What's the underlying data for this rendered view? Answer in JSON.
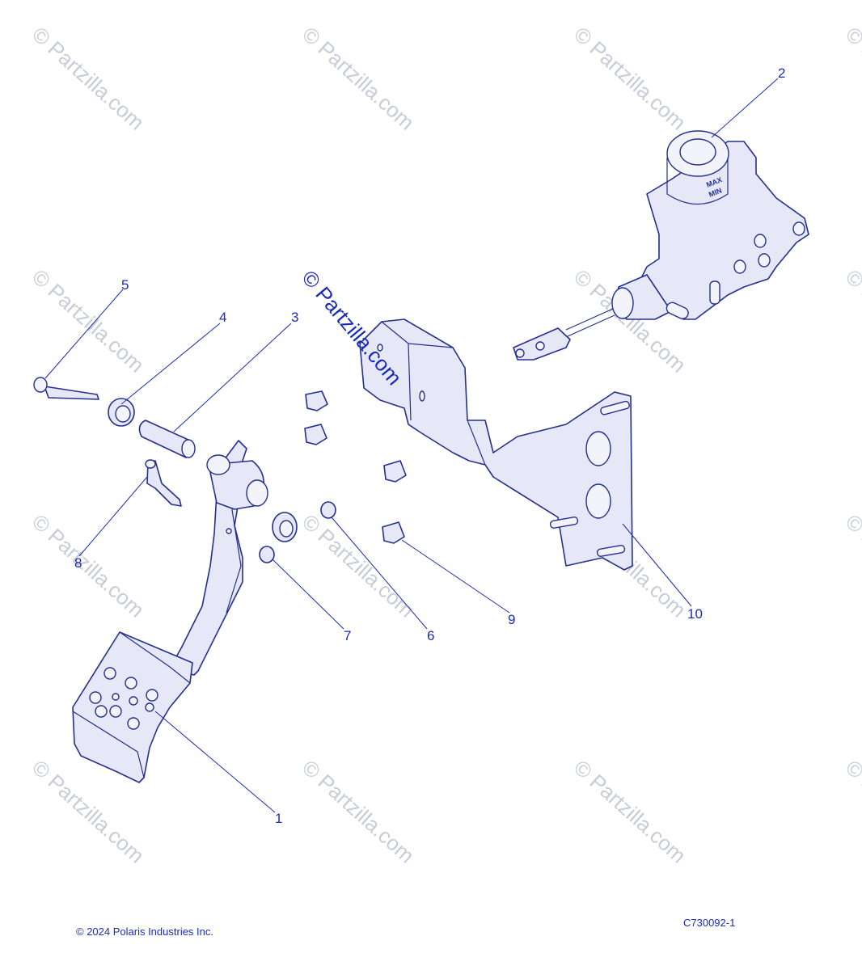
{
  "watermark": {
    "text": "© Partzilla.com",
    "foreground_text": "© Partzilla.com",
    "color": "#c9ccd8",
    "accent": "#1a2bb8"
  },
  "callouts": [
    {
      "id": "1",
      "label": "1"
    },
    {
      "id": "2",
      "label": "2"
    },
    {
      "id": "3",
      "label": "3"
    },
    {
      "id": "4",
      "label": "4"
    },
    {
      "id": "5",
      "label": "5"
    },
    {
      "id": "6",
      "label": "6"
    },
    {
      "id": "7",
      "label": "7"
    },
    {
      "id": "8",
      "label": "8"
    },
    {
      "id": "9",
      "label": "9"
    },
    {
      "id": "10",
      "label": "10"
    }
  ],
  "footer": {
    "copyright": "© 2024 Polaris Industries Inc.",
    "diagram_code": "C730092-1"
  },
  "reservoir_text": {
    "max": "MAX",
    "min": "MIN"
  }
}
